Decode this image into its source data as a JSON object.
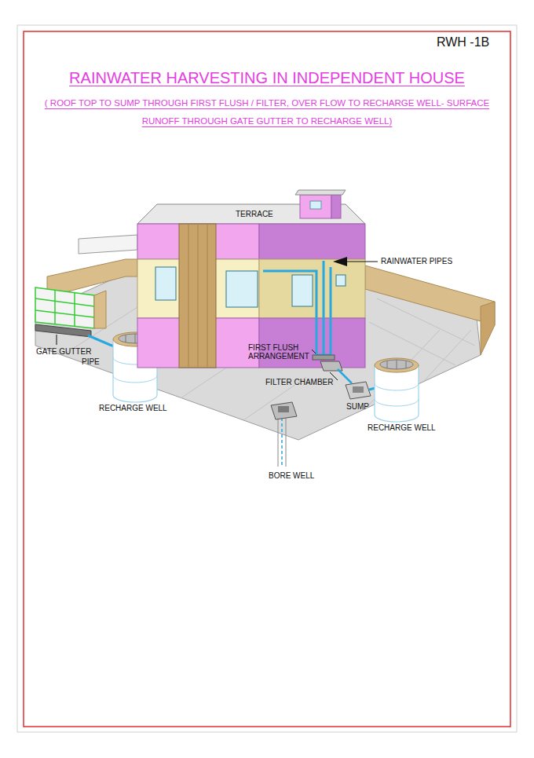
{
  "diagram": {
    "title": "RAINWATER HARVESTING IN INDEPENDENT HOUSE",
    "labels": [
      "RWH -1B",
      "( ROOF TOP TO SUMP THROUGH FIRST FLUSH / FILTER, OVER FLOW TO RECHARGE WELL- SURFACE RUNOFF THROUGH GATE GUTTER TO RECHARGE WELL)",
      "TERRACE",
      "RAINWATER PIPES",
      "FIRST FLUSH ARRANGEMENT",
      "FILTER CHAMBER",
      "SUMP",
      "GATE GUTTER",
      "PIPE",
      "RECHARGE WELL",
      "RECHARGE WELL",
      "BORE WELL"
    ]
  }
}
